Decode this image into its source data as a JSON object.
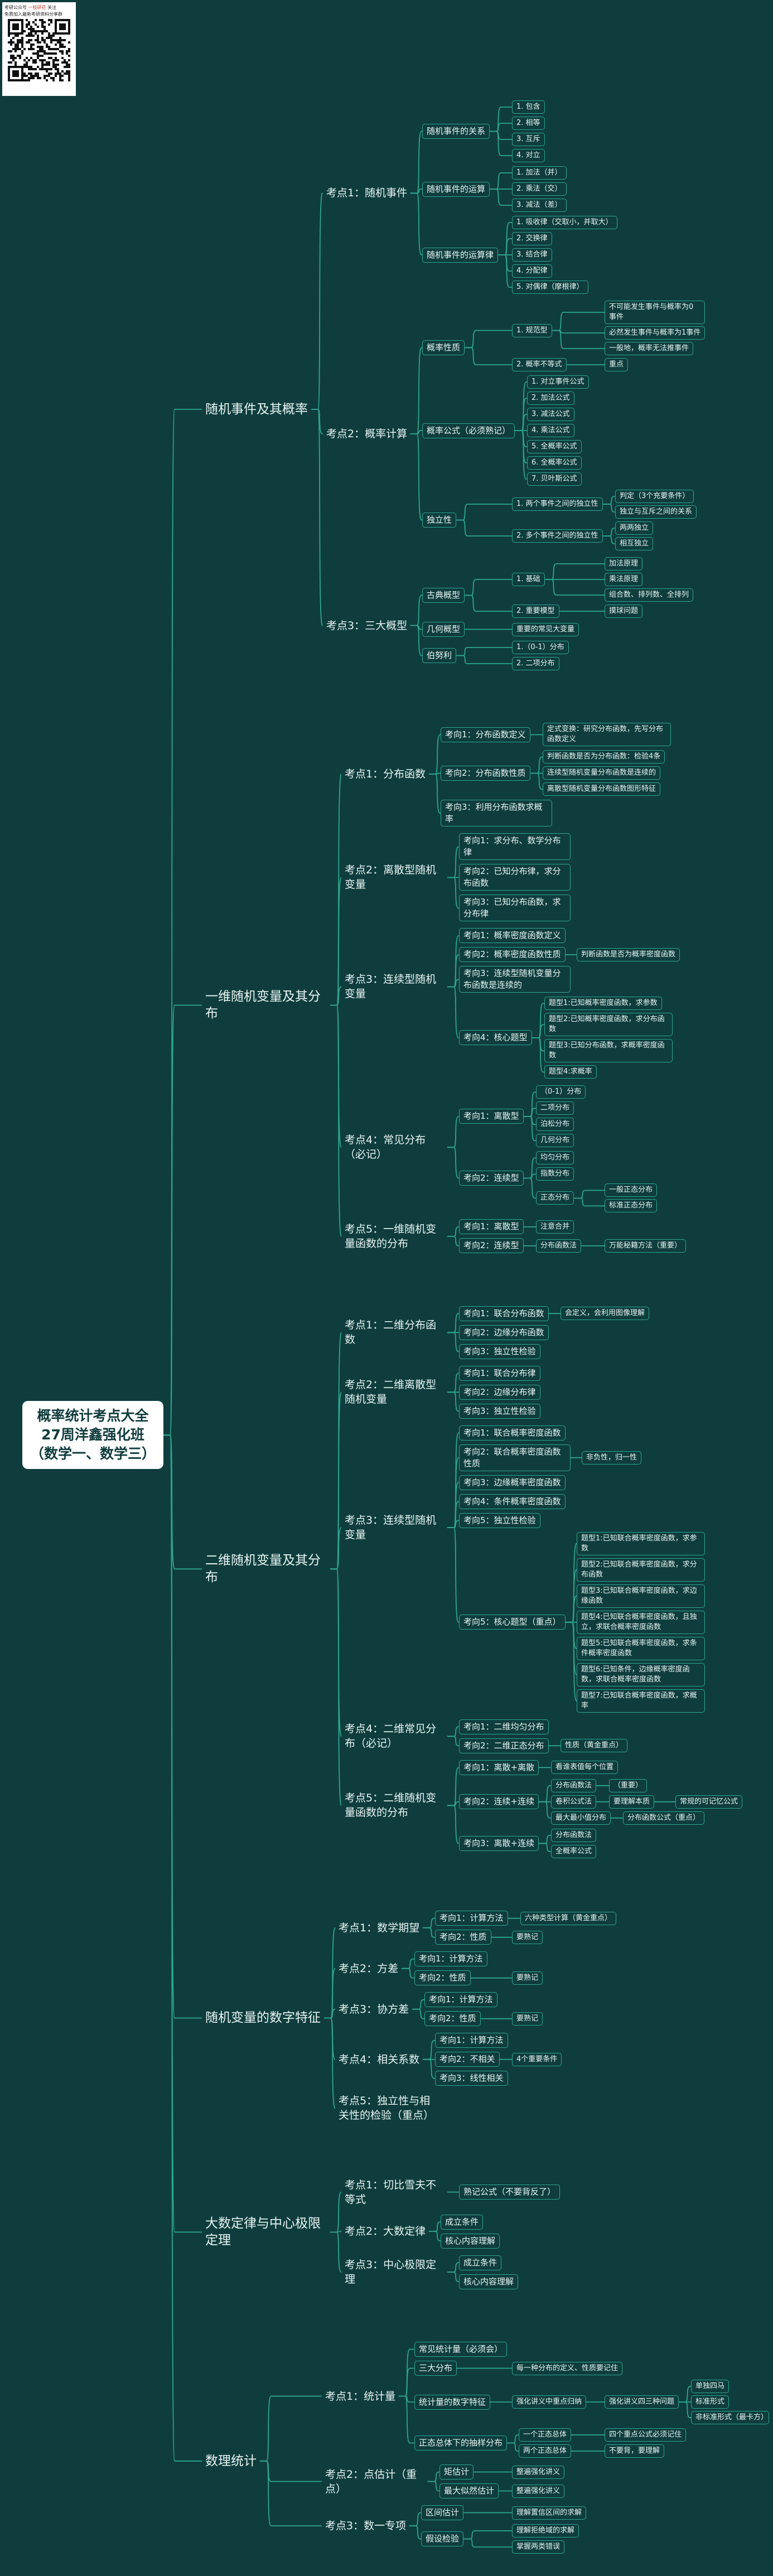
{
  "watermark": {
    "line1_a": "考研公众号",
    "line1_b": "一枝研花",
    "line1_c": "关注",
    "line2": "免费加入最新考研资料分享群"
  },
  "colors": {
    "bg": "#0f3d3e",
    "line": "#2ea58f",
    "text": "#e8f4f2",
    "root_bg": "#ffffff"
  },
  "mindmap": {
    "text": "概率统计考点大全\n27周洋鑫强化班\n（数学一、数学三）",
    "children": [
      {
        "text": "随机事件及其概率",
        "children": [
          {
            "text": "考点1：随机事件",
            "children": [
              {
                "text": "随机事件的关系",
                "children": [
                  {
                    "text": "1. 包含"
                  },
                  {
                    "text": "2. 相等"
                  },
                  {
                    "text": "3. 互斥"
                  },
                  {
                    "text": "4. 对立"
                  }
                ]
              },
              {
                "text": "随机事件的运算",
                "children": [
                  {
                    "text": "1. 加法（并）"
                  },
                  {
                    "text": "2. 乘法（交）"
                  },
                  {
                    "text": "3. 减法（差）"
                  }
                ]
              },
              {
                "text": "随机事件的运算律",
                "children": [
                  {
                    "text": "1. 吸收律（交取小，并取大）"
                  },
                  {
                    "text": "2. 交换律"
                  },
                  {
                    "text": "3. 结合律"
                  },
                  {
                    "text": "4. 分配律"
                  },
                  {
                    "text": "5. 对偶律（摩根律）"
                  }
                ]
              }
            ]
          },
          {
            "text": "考点2：概率计算",
            "children": [
              {
                "text": "概率性质",
                "children": [
                  {
                    "text": "1. 规范型",
                    "children": [
                      {
                        "text": "不可能发生事件与概率为0事件"
                      },
                      {
                        "text": "必然发生事件与概率为1事件"
                      },
                      {
                        "text": "一般地，概率无法推事件"
                      }
                    ]
                  },
                  {
                    "text": "2. 概率不等式",
                    "children": [
                      {
                        "text": "重点"
                      }
                    ]
                  }
                ]
              },
              {
                "text": "概率公式（必须熟记）",
                "children": [
                  {
                    "text": "1. 对立事件公式"
                  },
                  {
                    "text": "2. 加法公式"
                  },
                  {
                    "text": "3. 减法公式"
                  },
                  {
                    "text": "4. 乘法公式"
                  },
                  {
                    "text": "5. 全概率公式"
                  },
                  {
                    "text": "6. 全概率公式"
                  },
                  {
                    "text": "7. 贝叶斯公式"
                  }
                ]
              },
              {
                "text": "独立性",
                "children": [
                  {
                    "text": "1. 两个事件之间的独立性",
                    "children": [
                      {
                        "text": "判定（3个充要条件）"
                      },
                      {
                        "text": "独立与互斥之间的关系"
                      }
                    ]
                  },
                  {
                    "text": "2. 多个事件之间的独立性",
                    "children": [
                      {
                        "text": "两两独立"
                      },
                      {
                        "text": "相互独立"
                      }
                    ]
                  }
                ]
              }
            ]
          },
          {
            "text": "考点3：三大概型",
            "children": [
              {
                "text": "古典概型",
                "children": [
                  {
                    "text": "1. 基础",
                    "children": [
                      {
                        "text": "加法原理"
                      },
                      {
                        "text": "乘法原理"
                      },
                      {
                        "text": "组合数、排列数、全排列"
                      }
                    ]
                  },
                  {
                    "text": "2. 重要模型",
                    "children": [
                      {
                        "text": "摸球问题"
                      }
                    ]
                  }
                ]
              },
              {
                "text": "几何概型",
                "children": [
                  {
                    "text": "重要的常见大变量"
                  }
                ]
              },
              {
                "text": "伯努利",
                "children": [
                  {
                    "text": "1.（0-1）分布"
                  },
                  {
                    "text": "2. 二项分布"
                  }
                ]
              }
            ]
          }
        ]
      },
      {
        "text": "一维随机变量及其分布",
        "children": [
          {
            "text": "考点1：分布函数",
            "children": [
              {
                "text": "考向1：分布函数定义",
                "children": [
                  {
                    "text": "定式变换：研究分布函数，先写分布函数定义"
                  }
                ]
              },
              {
                "text": "考向2：分布函数性质",
                "children": [
                  {
                    "text": "判断函数是否为分布函数：检验4条"
                  },
                  {
                    "text": "连续型随机变量分布函数是连续的"
                  },
                  {
                    "text": "离散型随机变量分布函数图形特征"
                  }
                ]
              },
              {
                "text": "考向3：利用分布函数求概率"
              }
            ]
          },
          {
            "text": "考点2：离散型随机变量",
            "children": [
              {
                "text": "考向1：求分布、数学分布律"
              },
              {
                "text": "考向2：已知分布律，求分布函数"
              },
              {
                "text": "考向3：已知分布函数，求分布律"
              }
            ]
          },
          {
            "text": "考点3：连续型随机变量",
            "children": [
              {
                "text": "考向1：概率密度函数定义"
              },
              {
                "text": "考向2：概率密度函数性质",
                "children": [
                  {
                    "text": "判断函数是否为概率密度函数"
                  }
                ]
              },
              {
                "text": "考向3：连续型随机变量分布函数是连续的"
              },
              {
                "text": "考向4：核心题型",
                "children": [
                  {
                    "text": "题型1:已知概率密度函数，求参数"
                  },
                  {
                    "text": "题型2:已知概率密度函数，求分布函数"
                  },
                  {
                    "text": "题型3:已知分布函数，求概率密度函数"
                  },
                  {
                    "text": "题型4:求概率"
                  }
                ]
              }
            ]
          },
          {
            "text": "考点4：常见分布（必记）",
            "children": [
              {
                "text": "考向1：离散型",
                "children": [
                  {
                    "text": "（0-1）分布"
                  },
                  {
                    "text": "二项分布"
                  },
                  {
                    "text": "泊松分布"
                  },
                  {
                    "text": "几何分布"
                  }
                ]
              },
              {
                "text": "考向2：连续型",
                "children": [
                  {
                    "text": "均匀分布"
                  },
                  {
                    "text": "指数分布"
                  },
                  {
                    "text": "正态分布",
                    "children": [
                      {
                        "text": "一般正态分布"
                      },
                      {
                        "text": "标准正态分布"
                      }
                    ]
                  }
                ]
              }
            ]
          },
          {
            "text": "考点5：一维随机变量函数的分布",
            "children": [
              {
                "text": "考向1：离散型",
                "children": [
                  {
                    "text": "注意合并"
                  }
                ]
              },
              {
                "text": "考向2：连续型",
                "children": [
                  {
                    "text": "分布函数法",
                    "children": [
                      {
                        "text": "万能秘籍方法（重要）"
                      }
                    ]
                  }
                ]
              }
            ]
          }
        ]
      },
      {
        "text": "二维随机变量及其分布",
        "children": [
          {
            "text": "考点1：二维分布函数",
            "children": [
              {
                "text": "考向1：联合分布函数",
                "children": [
                  {
                    "text": "会定义，会利用图像理解"
                  }
                ]
              },
              {
                "text": "考向2：边缘分布函数"
              },
              {
                "text": "考向3：独立性检验"
              }
            ]
          },
          {
            "text": "考点2：二维离散型随机变量",
            "children": [
              {
                "text": "考向1：联合分布律"
              },
              {
                "text": "考向2：边缘分布律"
              },
              {
                "text": "考向3：独立性检验"
              }
            ]
          },
          {
            "text": "考点3：连续型随机变量",
            "children": [
              {
                "text": "考向1：联合概率密度函数"
              },
              {
                "text": "考向2：联合概率密度函数性质",
                "children": [
                  {
                    "text": "非负性，归一性"
                  }
                ]
              },
              {
                "text": "考向3：边缘概率密度函数"
              },
              {
                "text": "考向4：条件概率密度函数"
              },
              {
                "text": "考向5：独立性检验"
              },
              {
                "text": "考向5：核心题型（重点）",
                "children": [
                  {
                    "text": "题型1:已知联合概率密度函数，求参数"
                  },
                  {
                    "text": "题型2:已知联合概率密度函数，求分布函数"
                  },
                  {
                    "text": "题型3:已知联合概率密度函数，求边缘函数"
                  },
                  {
                    "text": "题型4:已知联合概率密度函数，且独立，求联合概率密度函数"
                  },
                  {
                    "text": "题型5:已知联合概率密度函数，求条件概率密度函数"
                  },
                  {
                    "text": "题型6:已知条件，边缘概率密度函数，求联合概率密度函数"
                  },
                  {
                    "text": "题型7:已知联合概率密度函数，求概率"
                  }
                ]
              }
            ]
          },
          {
            "text": "考点4：二维常见分布（必记）",
            "children": [
              {
                "text": "考向1：二维均匀分布"
              },
              {
                "text": "考向2：二维正态分布",
                "children": [
                  {
                    "text": "性质（黄金重点）"
                  }
                ]
              }
            ]
          },
          {
            "text": "考点5：二维随机变量函数的分布",
            "children": [
              {
                "text": "考向1：离散+离散",
                "children": [
                  {
                    "text": "看谁表值每个位置"
                  }
                ]
              },
              {
                "text": "考向2：连续+连续",
                "children": [
                  {
                    "text": "分布函数法",
                    "children": [
                      {
                        "text": "（重要）"
                      }
                    ]
                  },
                  {
                    "text": "卷积公式法",
                    "children": [
                      {
                        "text": "要理解本质",
                        "children": [
                          {
                            "text": "常规的可记忆公式"
                          }
                        ]
                      }
                    ]
                  },
                  {
                    "text": "最大最小值分布",
                    "children": [
                      {
                        "text": "分布函数公式（重点）"
                      }
                    ]
                  }
                ]
              },
              {
                "text": "考向3：离散+连续",
                "children": [
                  {
                    "text": "分布函数法"
                  },
                  {
                    "text": "全概率公式"
                  }
                ]
              }
            ]
          }
        ]
      },
      {
        "text": "随机变量的数字特征",
        "children": [
          {
            "text": "考点1：数学期望",
            "children": [
              {
                "text": "考向1：计算方法",
                "children": [
                  {
                    "text": "六种类型计算（黄金重点）"
                  }
                ]
              },
              {
                "text": "考向2：性质",
                "children": [
                  {
                    "text": "要熟记"
                  }
                ]
              }
            ]
          },
          {
            "text": "考点2：方差",
            "children": [
              {
                "text": "考向1：计算方法"
              },
              {
                "text": "考向2：性质",
                "children": [
                  {
                    "text": "要熟记"
                  }
                ]
              }
            ]
          },
          {
            "text": "考点3：协方差",
            "children": [
              {
                "text": "考向1：计算方法"
              },
              {
                "text": "考向2：性质",
                "children": [
                  {
                    "text": "要熟记"
                  }
                ]
              }
            ]
          },
          {
            "text": "考点4：相关系数",
            "children": [
              {
                "text": "考向1：计算方法"
              },
              {
                "text": "考向2：不相关",
                "children": [
                  {
                    "text": "4个重要条件"
                  }
                ]
              },
              {
                "text": "考向3：线性相关"
              }
            ]
          },
          {
            "text": "考点5：独立性与相关性的检验（重点）"
          }
        ]
      },
      {
        "text": "大数定律与中心极限定理",
        "children": [
          {
            "text": "考点1：切比雪夫不等式",
            "children": [
              {
                "text": "熟记公式（不要背反了）"
              }
            ]
          },
          {
            "text": "考点2：大数定律",
            "children": [
              {
                "text": "成立条件"
              },
              {
                "text": "核心内容理解"
              }
            ]
          },
          {
            "text": "考点3：中心极限定理",
            "children": [
              {
                "text": "成立条件"
              },
              {
                "text": "核心内容理解"
              }
            ]
          }
        ]
      },
      {
        "text": "数理统计",
        "children": [
          {
            "text": "考点1：统计量",
            "children": [
              {
                "text": "常见统计量（必须会）"
              },
              {
                "text": "三大分布",
                "children": [
                  {
                    "text": "每一种分布的定义、性质要记住"
                  }
                ]
              },
              {
                "text": "统计量的数字特征",
                "children": [
                  {
                    "text": "强化讲义中重点归纳",
                    "children": [
                      {
                        "text": "强化讲义四三种问题",
                        "children": [
                          {
                            "text": "单独四马"
                          },
                          {
                            "text": "标准形式"
                          },
                          {
                            "text": "非标准形式（最卡方）"
                          }
                        ]
                      }
                    ]
                  }
                ]
              },
              {
                "text": "正态总体下的抽样分布",
                "children": [
                  {
                    "text": "一个正态总体",
                    "children": [
                      {
                        "text": "四个重点公式必须记住"
                      }
                    ]
                  },
                  {
                    "text": "两个正态总体",
                    "children": [
                      {
                        "text": "不要背，要理解"
                      }
                    ]
                  }
                ]
              }
            ]
          },
          {
            "text": "考点2：点估计（重点）",
            "children": [
              {
                "text": "矩估计",
                "children": [
                  {
                    "text": "整遍强化讲义"
                  }
                ]
              },
              {
                "text": "最大似然估计",
                "children": [
                  {
                    "text": "整遍强化讲义"
                  }
                ]
              }
            ]
          },
          {
            "text": "考点3：数一专项",
            "children": [
              {
                "text": "区间估计",
                "children": [
                  {
                    "text": "理解置信区间的求解"
                  }
                ]
              },
              {
                "text": "假设检验",
                "children": [
                  {
                    "text": "理解拒绝域的求解"
                  },
                  {
                    "text": "掌握两类错误"
                  }
                ]
              }
            ]
          }
        ]
      }
    ]
  }
}
